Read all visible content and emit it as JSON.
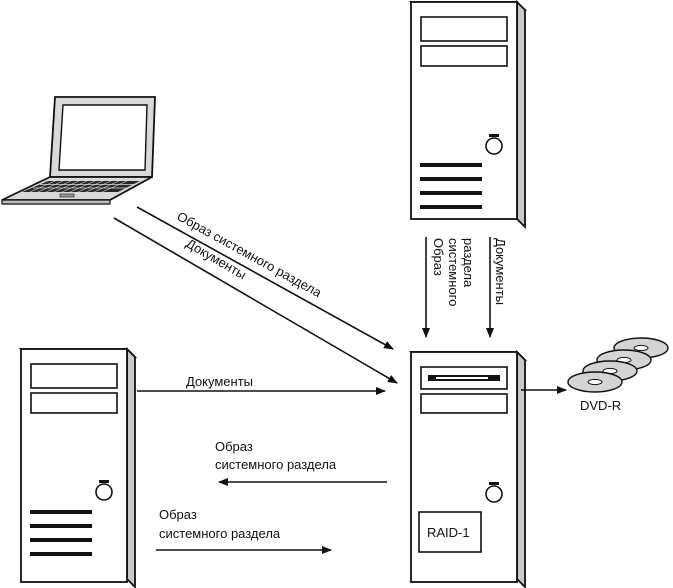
{
  "labels": {
    "laptop_image": "Образ системного раздела",
    "laptop_docs": "Документы",
    "server_docs_down": "Документы",
    "server_image_down_l1": "Образ",
    "server_image_down_l2": "системного",
    "server_image_down_l3": "раздела",
    "client_docs": "Документы",
    "image_to_client_l1": "Образ",
    "image_to_client_l2": "системного раздела",
    "image_from_client_l1": "Образ",
    "image_from_client_l2": "системного раздела",
    "raid": "RAID-1",
    "dvd": "DVD-R"
  },
  "colors": {
    "tower_side": "#c8c8c8",
    "tower_front": "#ffffff",
    "tower_top": "#e6e6e6",
    "laptop_body": "#d9d9d9",
    "laptop_keys": "#2a2a2a",
    "disc_fill": "#d4d4d4",
    "line": "#111111"
  }
}
